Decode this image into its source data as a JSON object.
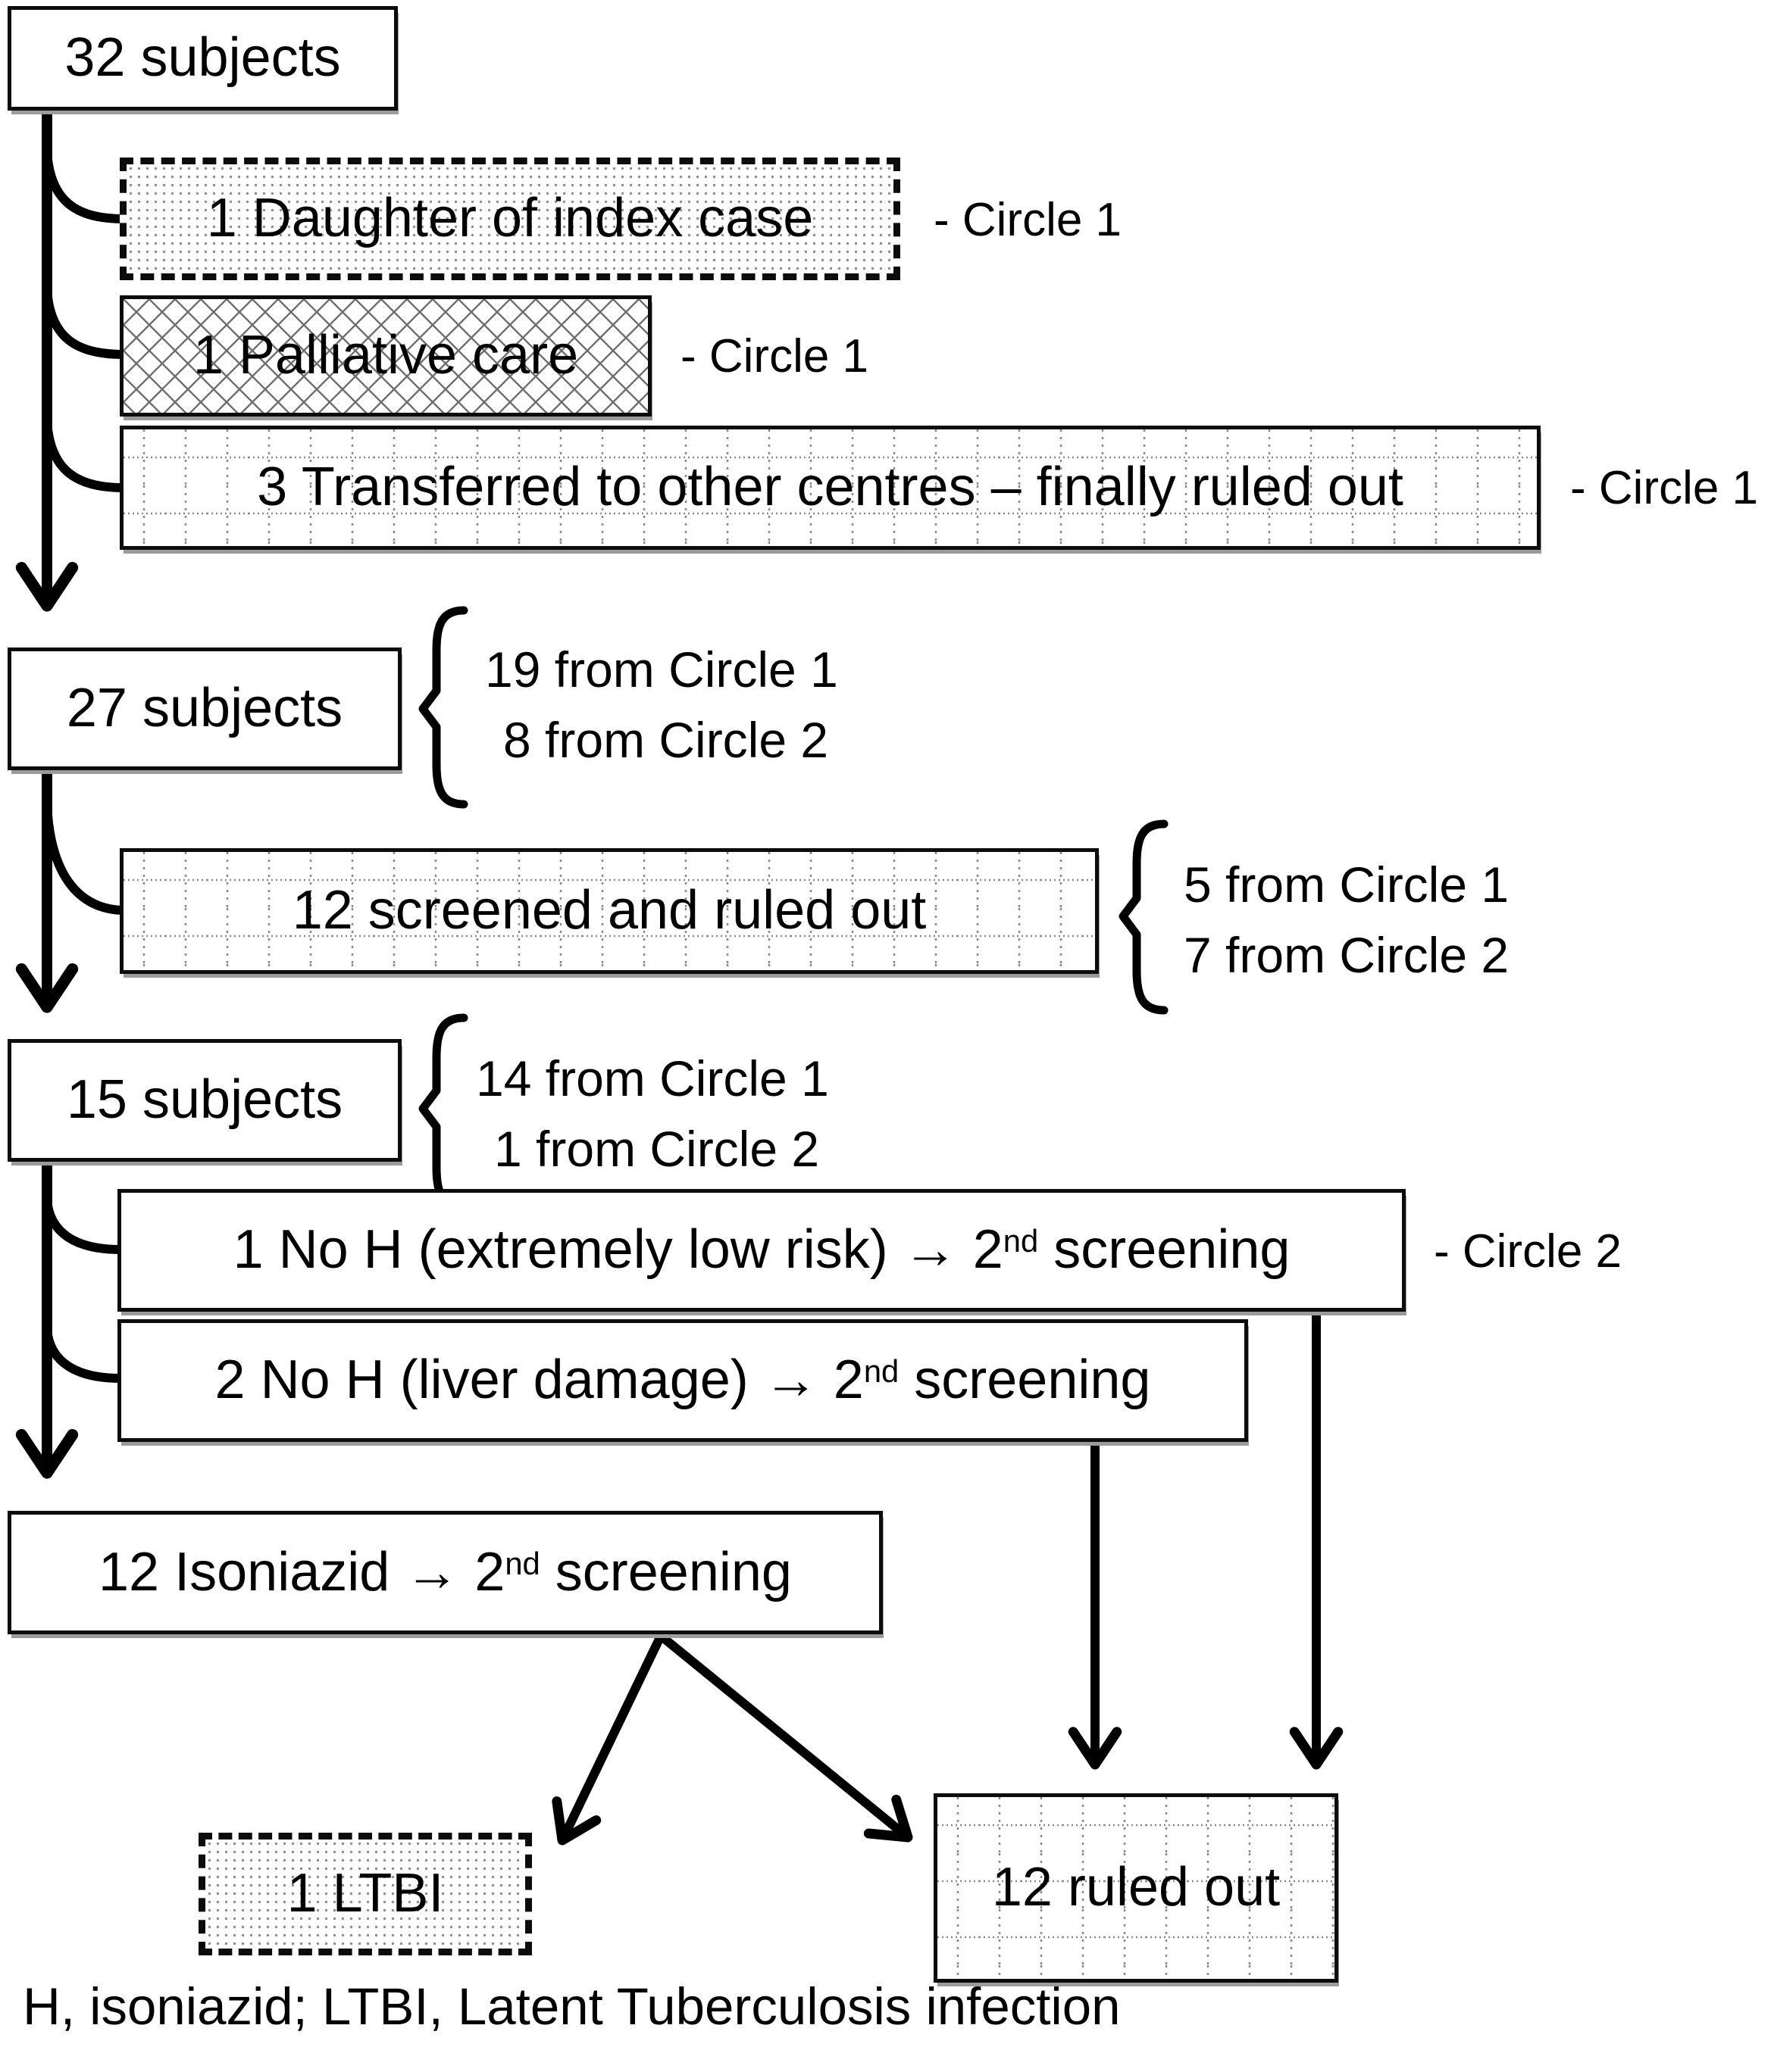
{
  "diagram": {
    "nodes": {
      "start": {
        "label": "32 subjects"
      },
      "excluded_daughter": {
        "label": "1 Daughter of index case",
        "note": "- Circle 1"
      },
      "excluded_palliative": {
        "label": "1 Palliative care",
        "note": "- Circle 1"
      },
      "excluded_transferred": {
        "label": "3 Transferred to other centres – finally ruled out",
        "note": "- Circle 1"
      },
      "stage_27": {
        "label": "27 subjects",
        "breakdown": [
          "19 from Circle 1",
          "8 from Circle 2"
        ]
      },
      "excluded_screened": {
        "label": "12 screened and ruled out",
        "breakdown": [
          "5 from Circle 1",
          "7 from Circle 2"
        ]
      },
      "stage_15": {
        "label": "15 subjects",
        "breakdown": [
          "14 from Circle 1",
          "1 from Circle 2"
        ]
      },
      "branch_noh_lowrisk": {
        "label_pre": "1 No H (extremely low risk) → 2",
        "label_sup": "nd",
        "label_post": " screening",
        "note": "- Circle 2"
      },
      "branch_noh_liver": {
        "label_pre": "2 No H (liver damage) → 2",
        "label_sup": "nd",
        "label_post": " screening"
      },
      "stage_isoniazid": {
        "label_pre": "12 Isoniazid → 2",
        "label_sup": "nd",
        "label_post": " screening"
      },
      "outcome_ltbi": {
        "label": "1 LTBI"
      },
      "outcome_ruledout": {
        "label": "12 ruled out"
      }
    },
    "footnote": "H, isoniazid; LTBI, Latent Tuberculosis infection",
    "colors": {
      "line": "#000000",
      "box_border": "#0c0c0c",
      "pattern_gray": "#8a8a8a",
      "shadow_gray": "#9b9b9b",
      "background": "#ffffff"
    }
  }
}
